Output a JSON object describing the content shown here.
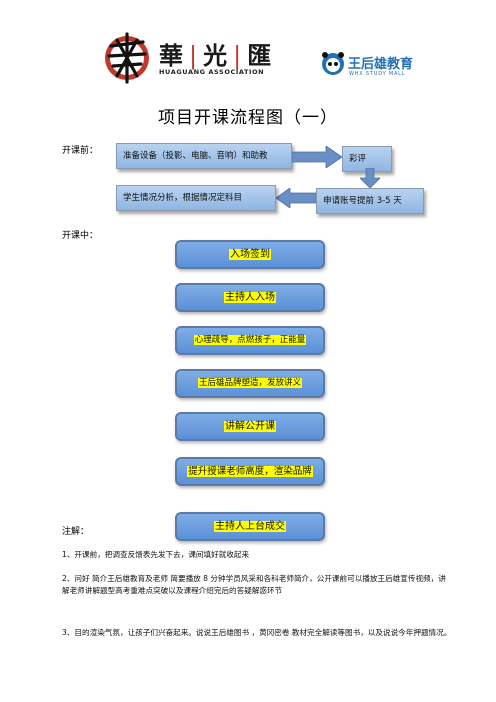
{
  "header": {
    "brand_left_cn_1": "華",
    "brand_left_cn_2": "光",
    "brand_left_cn_3": "匯",
    "brand_left_en": "HUAGUANG ASSOCIATION",
    "brand_right_cn": "王后雄教育",
    "brand_right_en": "WHX STUDY MALL"
  },
  "title": "项目开课流程图（一）",
  "before": {
    "label": "开课前：",
    "step1": "准备设备（投影、电脑、音响）和助教",
    "step2": "彩评",
    "step3": "申请账号提前 3-5 天",
    "step4": "学生情况分析，根据情况定科目"
  },
  "during": {
    "label": "开课中：",
    "steps": [
      "入场签到",
      "主持人入场",
      "心理疏导，点燃孩子，正能量",
      "王后雄品牌塑造，发放讲义",
      "讲解公开课",
      "提升授课老师高度，渲染品牌",
      "主持人上台成交"
    ]
  },
  "notes": {
    "label": "注解：",
    "note1": "1、开课前，把调查反馈表先发下去，课间填好就收起来",
    "note2": "2、问好  简介王后雄教育及老师  简要播放 8 分钟学员风采和各科老师简介，公开课前可以播放王后雄宣传视频，讲解老师讲解题型高考重难点突破以及课程介绍完后的答疑解惑环节",
    "note3": "3、目的渲染气氛，让孩子们兴奋起来。说说王后雄图书  ，黄冈密卷 教材完全解读等图书，以及说说今年押题情况。"
  },
  "colors": {
    "box_fill": "#7faee6",
    "highlight": "#ffff00",
    "arrow": "#6a8fc7",
    "brand_red": "#c0392b",
    "brand_blue": "#2370b5"
  }
}
